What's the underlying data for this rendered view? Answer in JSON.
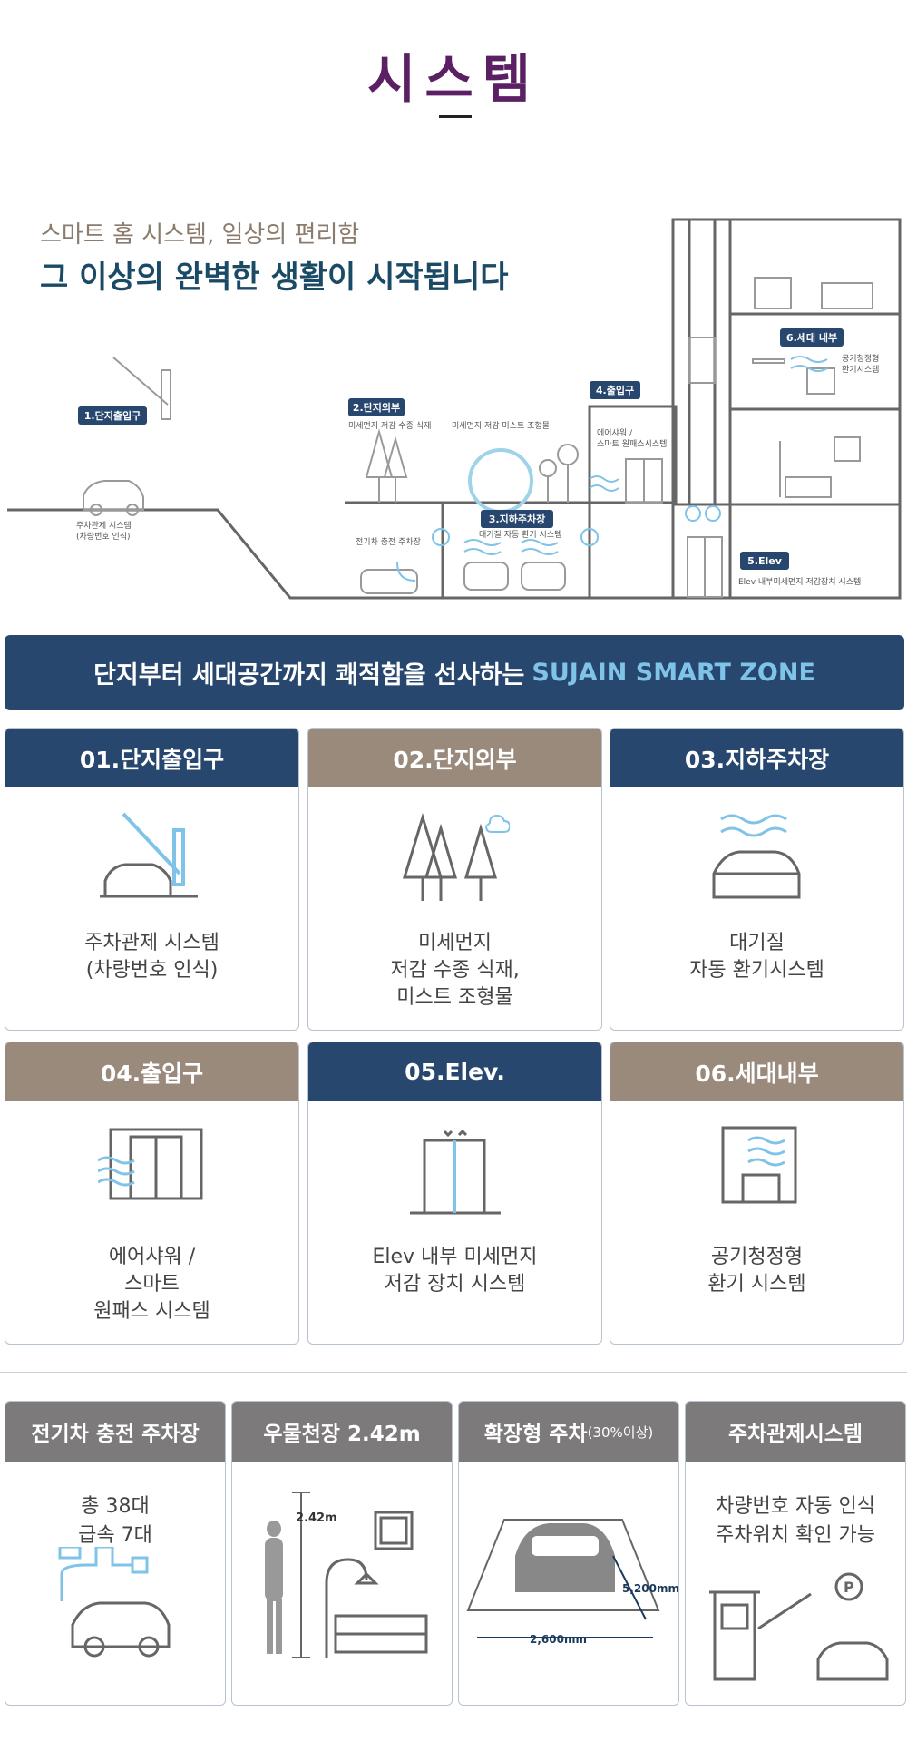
{
  "page": {
    "title": "시스템"
  },
  "hero": {
    "subtitle": "스마트 홈 시스템, 일상의 편리함",
    "headline": "그 이상의 완벽한 생활이 시작됩니다"
  },
  "diagram": {
    "badge1": "1.단지출입구",
    "label1": [
      "주차관제 시스템",
      "(차량번호 인식)"
    ],
    "badge2": "2.단지외부",
    "label2a": "미세먼지 저감 수종 식재",
    "label2b": "미세먼지 저감 미스트 조형물",
    "badge3": "3.지하주차장",
    "label3": "대기질 자동 환기 시스템",
    "label_ev": "전기차 충전 주차장",
    "badge4": "4.출입구",
    "label4": [
      "에어샤워 /",
      "스마트 원패스시스템"
    ],
    "badge5": "5.Elev",
    "label5": "Elev 내부미세먼지 저감장치 시스템",
    "badge6": "6.세대 내부",
    "label6": [
      "공기청정형",
      "환기시스템"
    ]
  },
  "banner": {
    "text": "단지부터 세대공간까지 쾌적함을 선사하는",
    "highlight": "SUJAIN SMART ZONE"
  },
  "cards": [
    {
      "title": "01.단지출입구",
      "lines": [
        "주차관제 시스템",
        "(차량번호 인식)"
      ]
    },
    {
      "title": "02.단지외부",
      "lines": [
        "미세먼지",
        "저감 수종 식재,",
        "미스트 조형물"
      ]
    },
    {
      "title": "03.지하주차장",
      "lines": [
        "대기질",
        "자동 환기시스템"
      ]
    },
    {
      "title": "04.출입구",
      "lines": [
        "에어샤워 /",
        "스마트",
        "원패스 시스템"
      ]
    },
    {
      "title": "05.Elev.",
      "lines": [
        "Elev 내부 미세먼지",
        "저감 장치 시스템"
      ]
    },
    {
      "title": "06.세대내부",
      "lines": [
        "공기청정형",
        "환기 시스템"
      ]
    }
  ],
  "features": [
    {
      "title": "전기차 충전 주차장",
      "lines": [
        "총 38대",
        "급속 7대"
      ]
    },
    {
      "title": "우물천장 2.42m",
      "lines": [],
      "dim": "2.42m"
    },
    {
      "title": "확장형 주차",
      "title_small": "(30%이상)",
      "lines": [],
      "dim_w": "2,600mm",
      "dim_l": "5,200mm"
    },
    {
      "title": "주차관제시스템",
      "lines": [
        "차량번호 자동 인식",
        "주차위치 확인 가능"
      ]
    }
  ],
  "colors": {
    "navy": "#27476e",
    "taupe": "#9a8a7c",
    "purple": "#5b1f63",
    "accent": "#7fc3e8",
    "gray": "#7d7a7c"
  }
}
